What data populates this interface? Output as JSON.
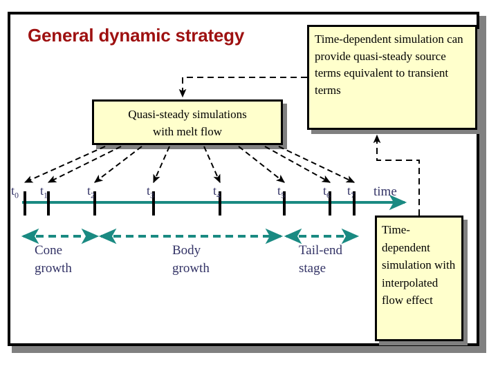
{
  "slide": {
    "title": "General dynamic strategy",
    "frame_border_color": "#000000",
    "title_color": "#9e1111",
    "box_fill_color": "#ffffcc",
    "timeline_color": "#1a8a82",
    "label_color": "#333366"
  },
  "boxes": {
    "center": {
      "line1": "Quasi-steady simulations",
      "line2": "with melt flow"
    },
    "top_right": {
      "text": "Time-dependent simulation can provide quasi-steady source terms equivalent to transient terms"
    },
    "bottom_right": {
      "text": "Time-dependent simulation with interpolated flow effect"
    }
  },
  "timeline": {
    "axis_label": "time",
    "ticks": [
      {
        "base": "t",
        "sub": "0"
      },
      {
        "base": "t",
        "sub": "1"
      },
      {
        "base": "t",
        "sub": "2"
      },
      {
        "base": "t",
        "sub": "3"
      },
      {
        "base": "t",
        "sub": "4"
      },
      {
        "base": "t",
        "sub": "5"
      },
      {
        "base": "t",
        "sub": "6"
      },
      {
        "base": "t",
        "sub": "7"
      }
    ],
    "stages": [
      {
        "line1": "Cone",
        "line2": "growth"
      },
      {
        "line1": "Body",
        "line2": "growth"
      },
      {
        "line1": "Tail-end",
        "line2": "stage"
      }
    ]
  }
}
